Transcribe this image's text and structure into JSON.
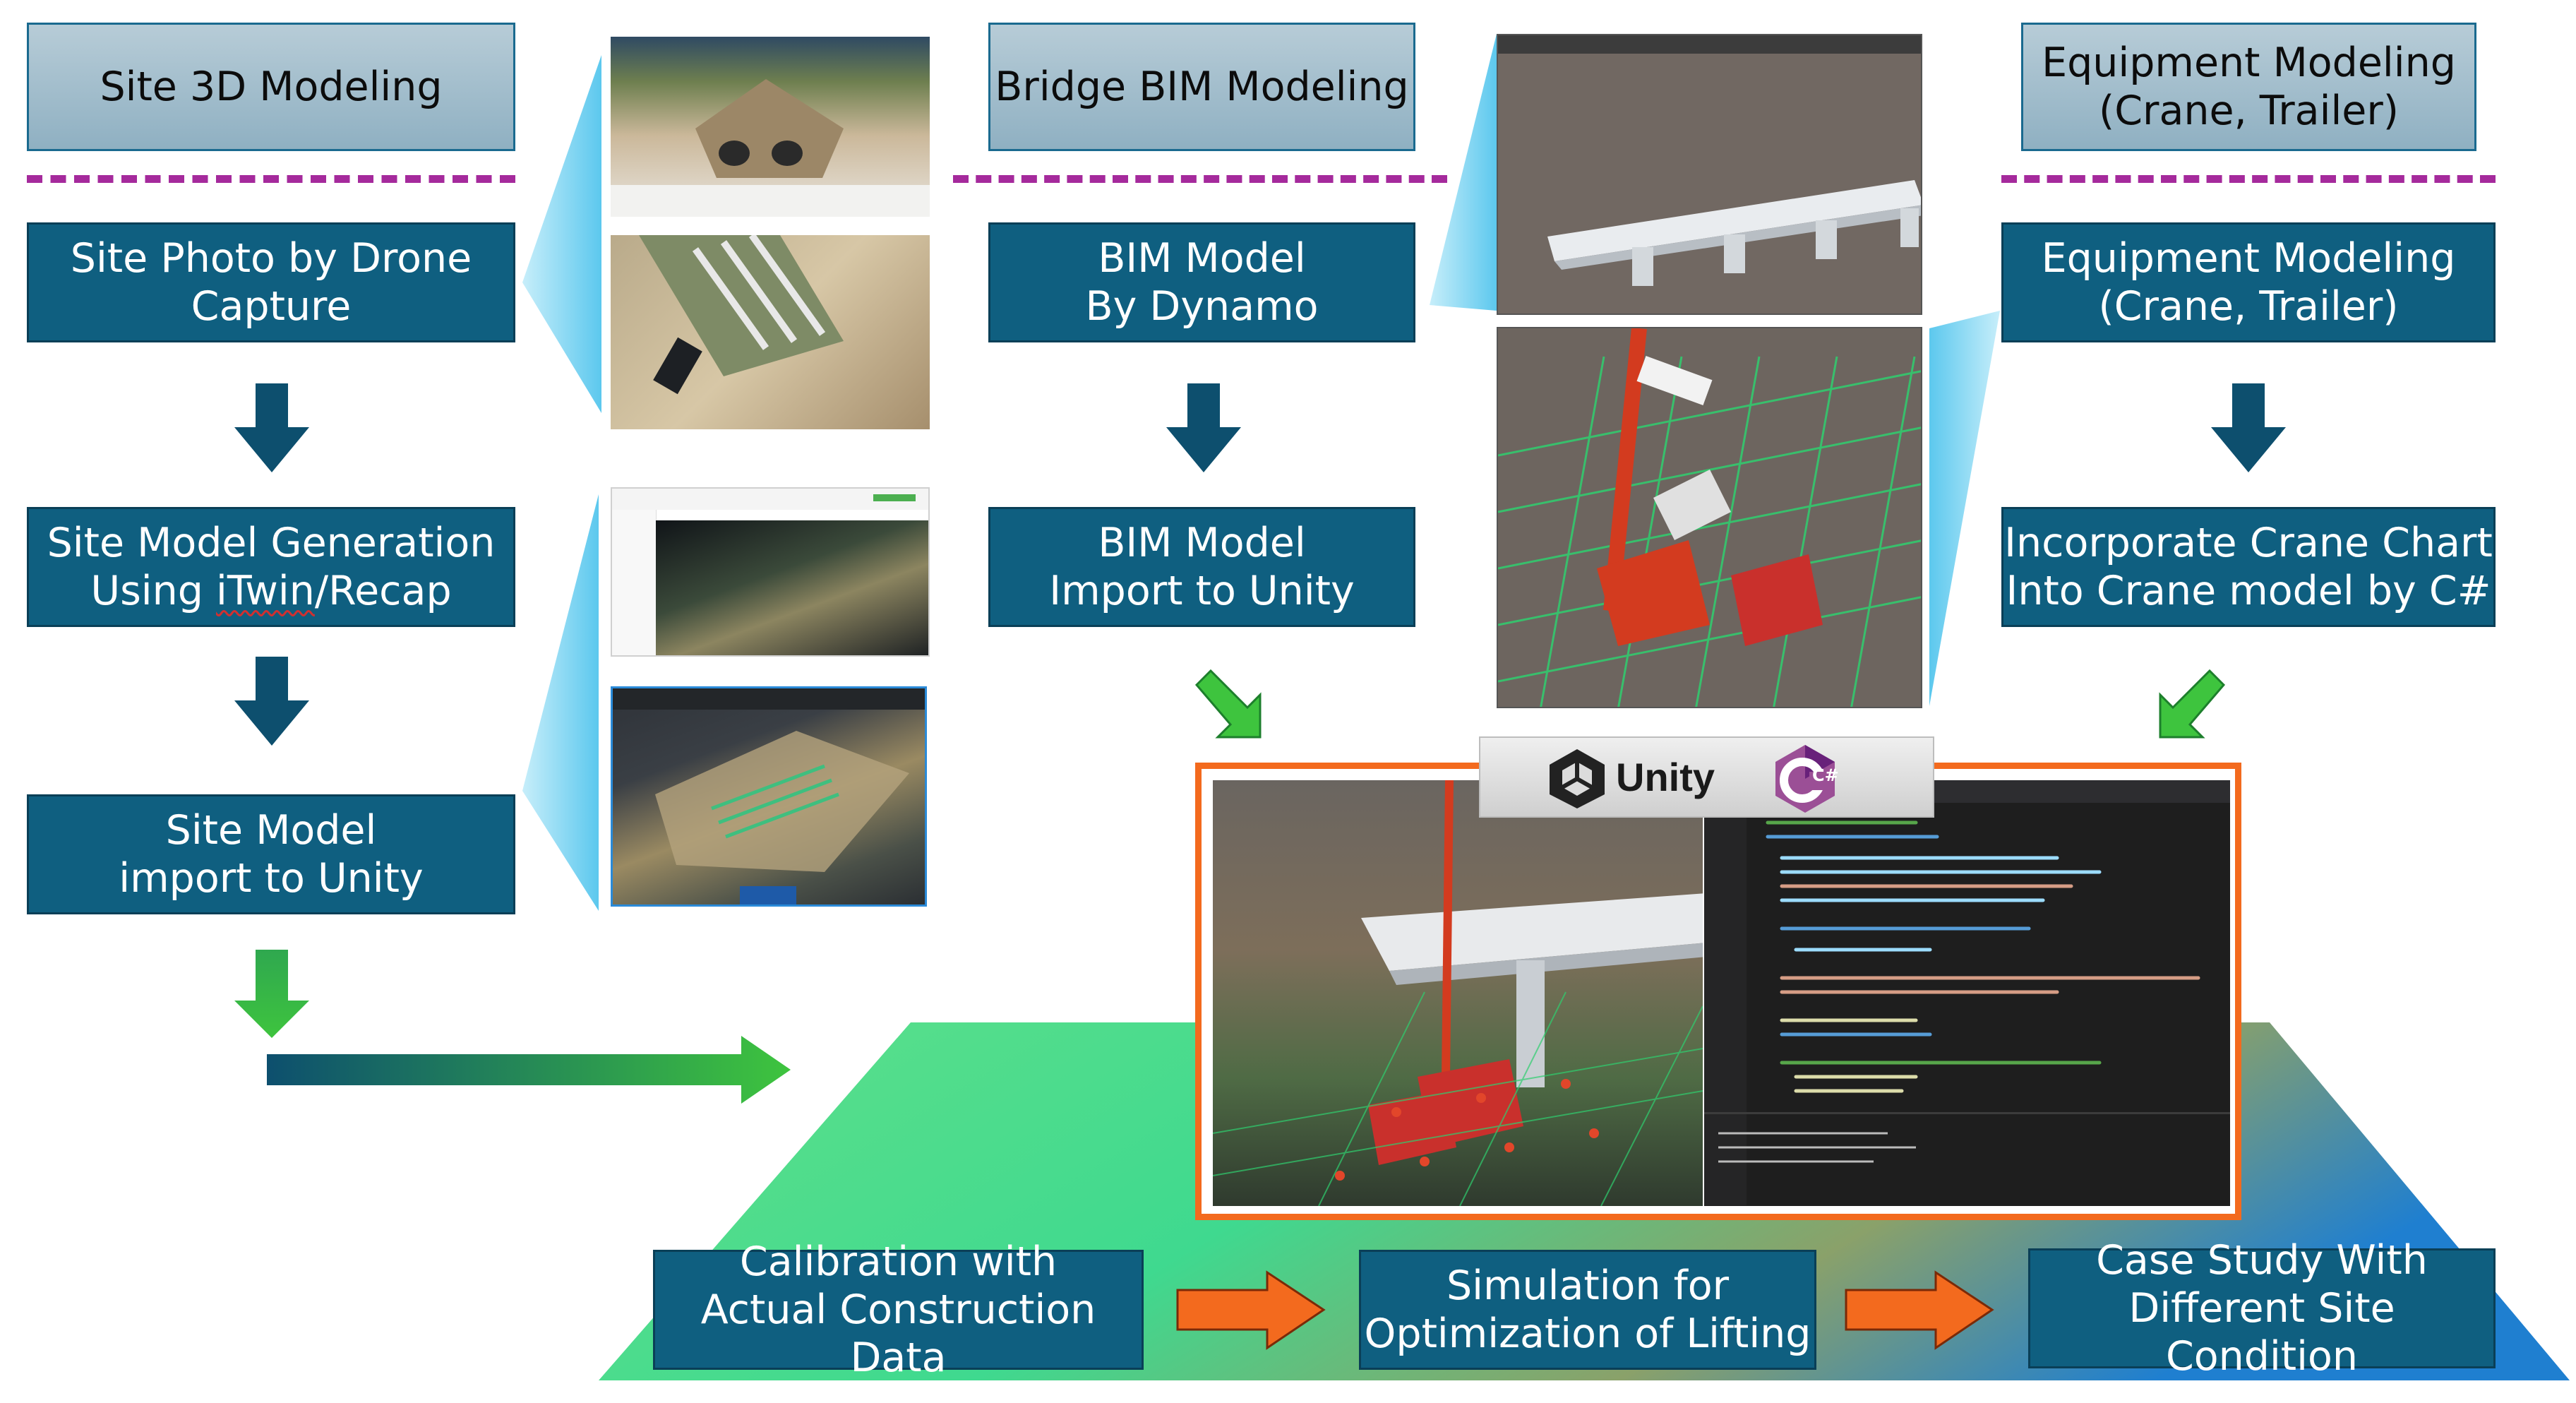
{
  "columns": {
    "site": {
      "header": "Site 3D Modeling",
      "step1": [
        "Site Photo by Drone",
        "Capture"
      ],
      "step2_line1": "Site Model Generation",
      "step2_line2_prefix": "Using ",
      "step2_line2_mark": "iTwin",
      "step2_line2_suffix": "/Recap",
      "step3": [
        "Site Model",
        "import to Unity"
      ]
    },
    "bridge": {
      "header": "Bridge BIM Modeling",
      "step1": [
        "BIM Model",
        "By Dynamo"
      ],
      "step2": [
        "BIM Model",
        "Import to Unity"
      ]
    },
    "equipment": {
      "header": [
        "Equipment Modeling",
        "(Crane, Trailer)"
      ],
      "step1": [
        "Equipment Modeling",
        "(Crane, Trailer)"
      ],
      "step2": [
        "Incorporate Crane Chart",
        "Into Crane model by C#"
      ]
    }
  },
  "logos": {
    "unity": "Unity",
    "csharp": "C#"
  },
  "bottom": {
    "calibration": [
      "Calibration with",
      "Actual Construction Data"
    ],
    "simulation": [
      "Simulation for",
      "Optimization of Lifting"
    ],
    "case_study": [
      "Case Study With",
      "Different Site Condition"
    ]
  },
  "colors": {
    "box_fill": "#0f5f80",
    "header_fill": "#a3bfcd",
    "dash": "#a52a9c",
    "arrow_down": "#0d4f6e",
    "arrow_green": "#3ec43e",
    "arrow_orange": "#f36a1e",
    "frame_orange": "#f36a1e"
  },
  "icons": [
    "arrow-down-icon",
    "arrow-green-diagonal-icon",
    "arrow-orange-right-icon",
    "unity-logo-icon",
    "csharp-logo-icon"
  ]
}
